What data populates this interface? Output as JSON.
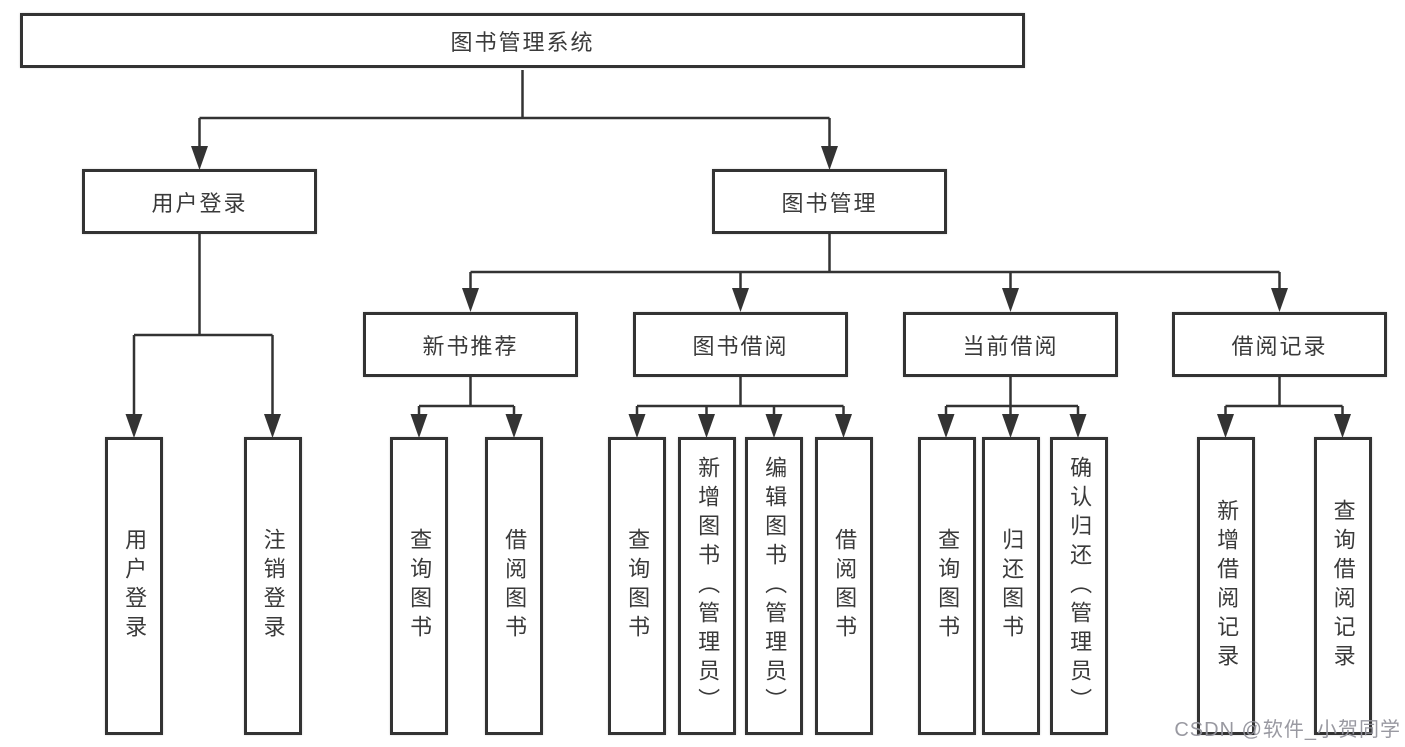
{
  "diagram": {
    "title": "图书管理系统",
    "watermark": "CSDN @软件_小贺同学",
    "colors": {
      "line": "#333333",
      "border": "#333333",
      "text": "#3a3a3a",
      "background": "#ffffff",
      "watermark": "#94949c"
    },
    "nodes": {
      "root": {
        "label": "图书管理系统"
      },
      "level2": [
        {
          "id": "user-login",
          "label": "用户登录"
        },
        {
          "id": "book-management",
          "label": "图书管理"
        }
      ],
      "level3": [
        {
          "id": "new-book-recommend",
          "label": "新书推荐"
        },
        {
          "id": "book-borrow",
          "label": "图书借阅"
        },
        {
          "id": "current-borrow",
          "label": "当前借阅"
        },
        {
          "id": "borrow-records",
          "label": "借阅记录"
        }
      ],
      "leaves": {
        "user_login": [
          {
            "label": "用户登录"
          },
          {
            "label": "注销登录"
          }
        ],
        "new_book_recommend": [
          {
            "label": "查询图书"
          },
          {
            "label": "借阅图书"
          }
        ],
        "book_borrow": [
          {
            "label": "查询图书"
          },
          {
            "label": "新增图书（管理员）"
          },
          {
            "label": "编辑图书（管理员）"
          },
          {
            "label": "借阅图书"
          }
        ],
        "current_borrow": [
          {
            "label": "查询图书"
          },
          {
            "label": "归还图书"
          },
          {
            "label": "确认归还（管理员）"
          }
        ],
        "borrow_records": [
          {
            "label": "新增借阅记录"
          },
          {
            "label": "查询借阅记录"
          }
        ]
      }
    }
  }
}
